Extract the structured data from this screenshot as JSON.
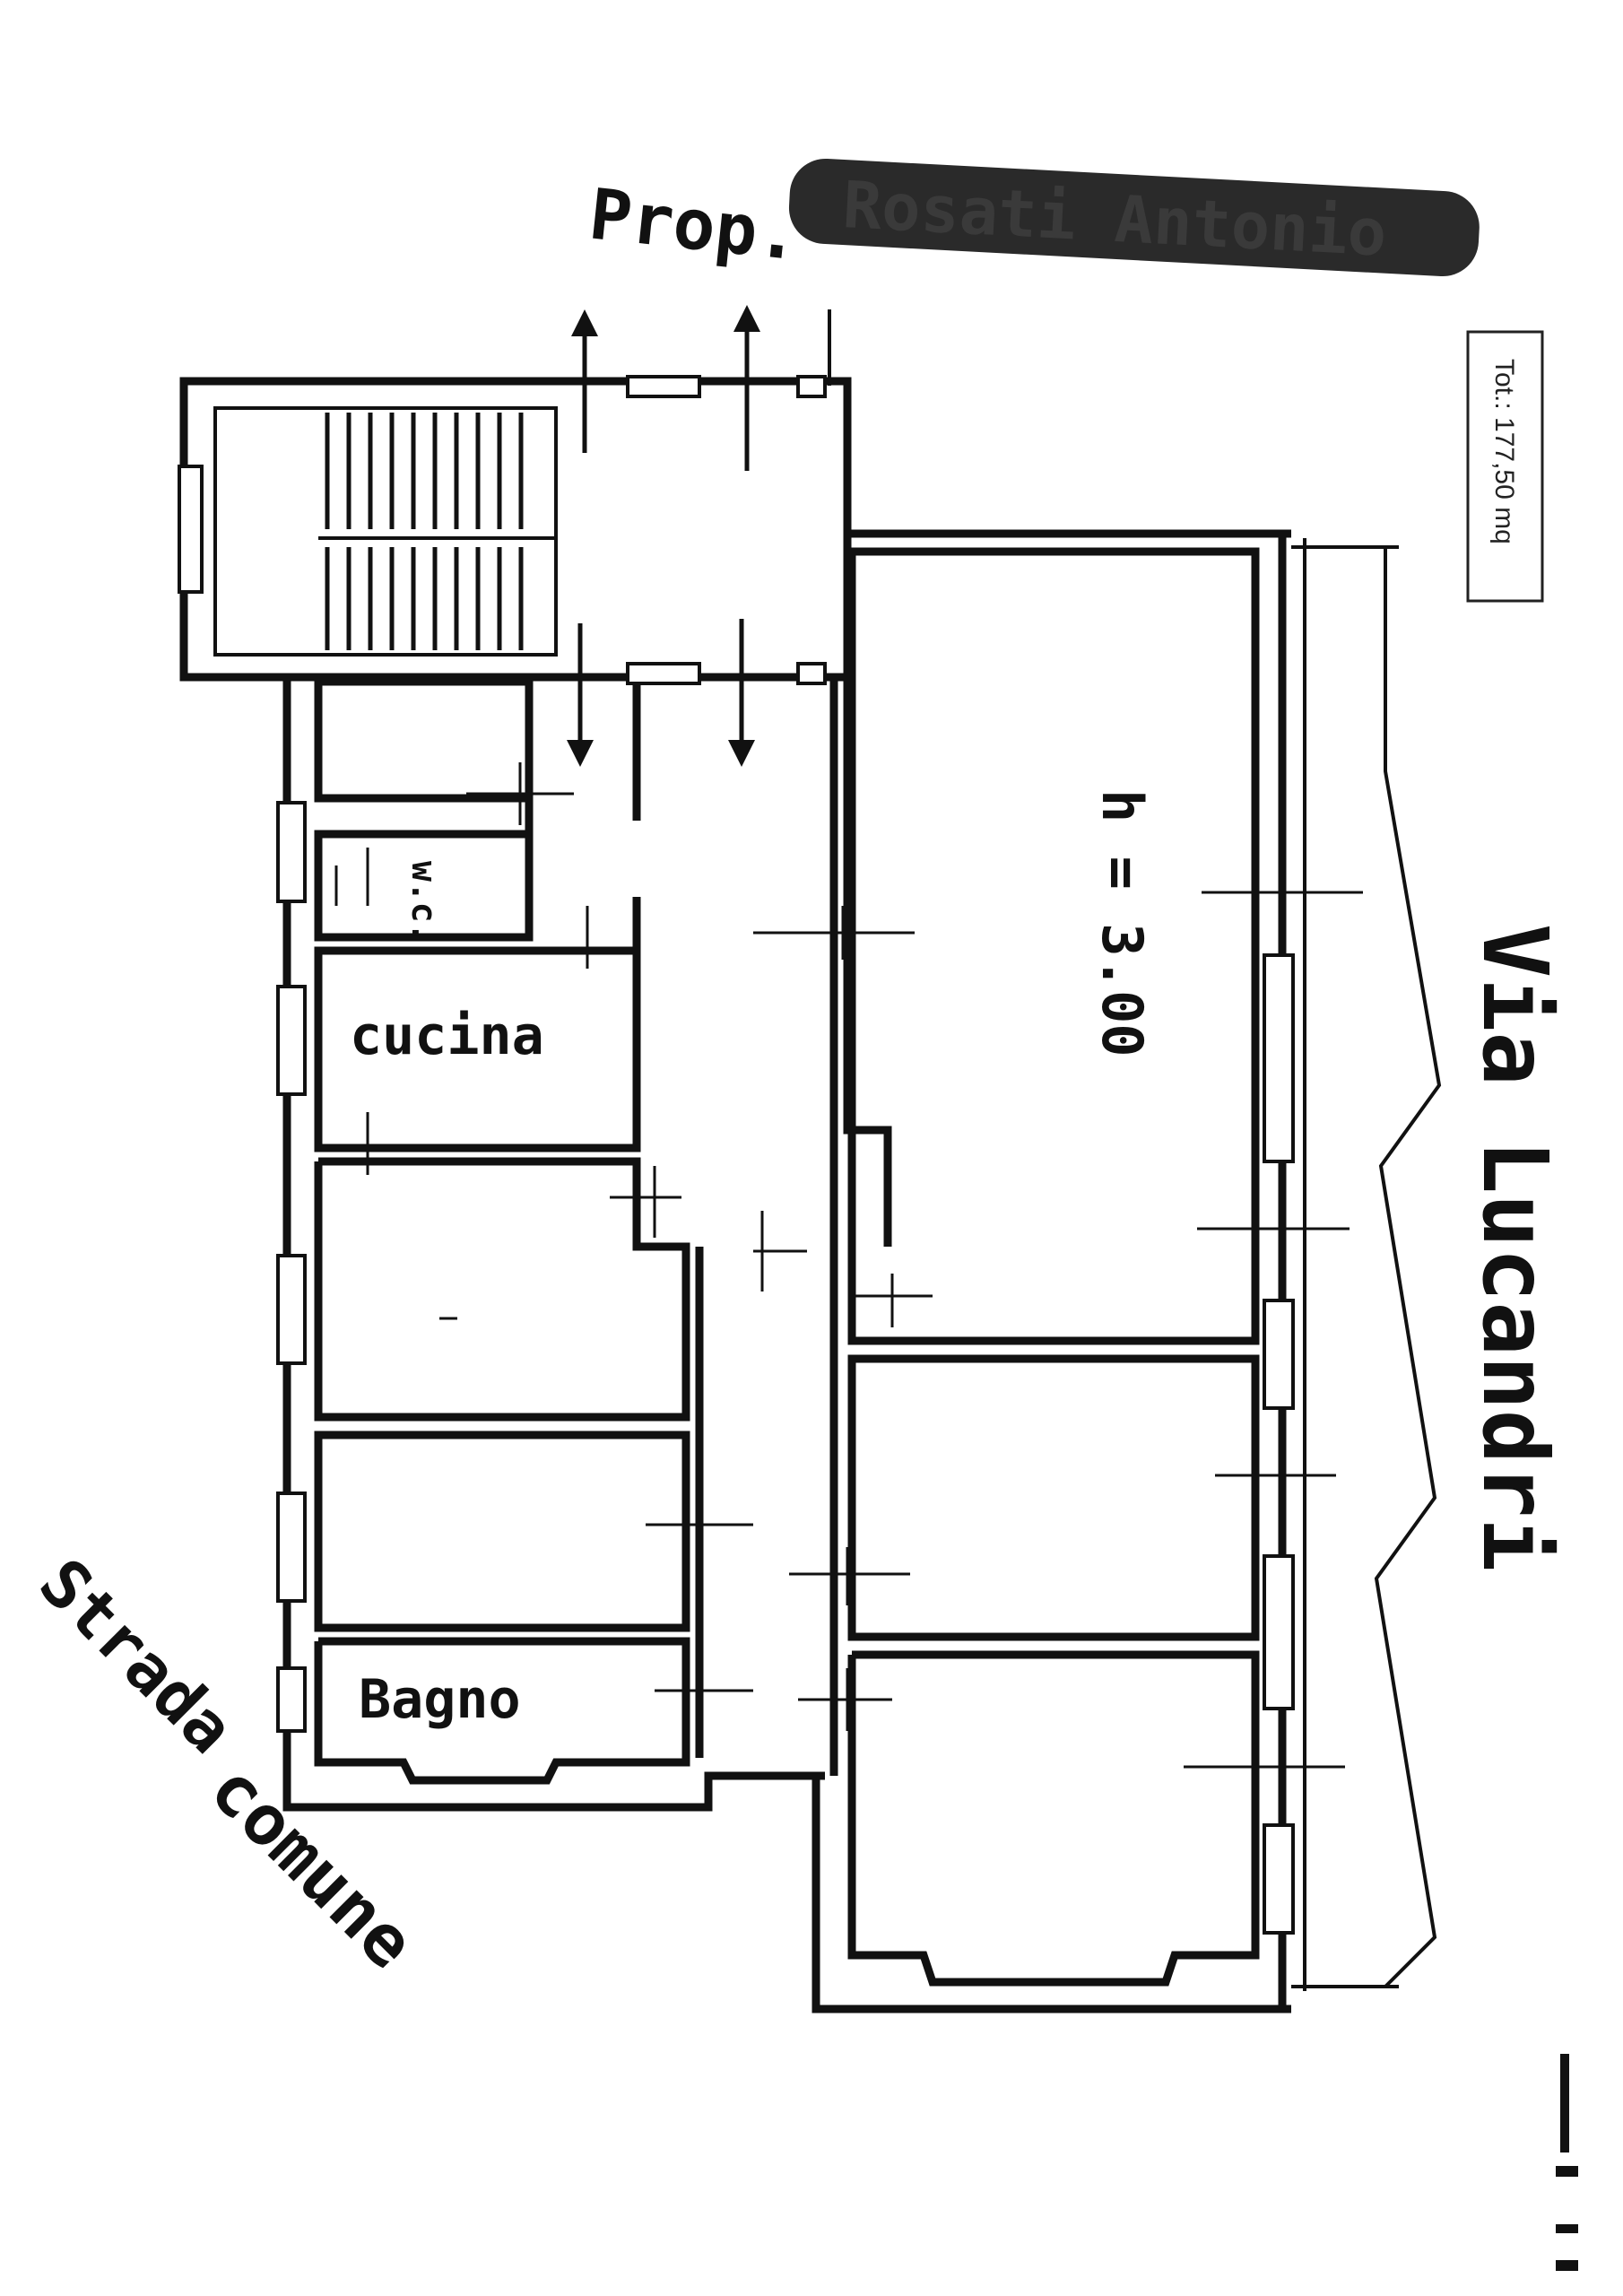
{
  "header": {
    "owner_prefix": "Prop.",
    "owner_name_redacted": "Rosati Antonio"
  },
  "total_box": {
    "text": "Tot.: 177,50 mq"
  },
  "labels": {
    "room_height": "h = 3.00",
    "wc": "w.c.",
    "kitchen": "cucina",
    "bathroom": "Bagno",
    "street_right": "Via Lucandri",
    "street_left_1": "Strada",
    "street_left_2": "comune"
  },
  "colors": {
    "ink": "#111111",
    "redaction": "#2a2a2a",
    "paper": "#ffffff"
  },
  "icons": [
    "arrow-up-icon",
    "arrow-down-icon",
    "north-marker-icon"
  ]
}
